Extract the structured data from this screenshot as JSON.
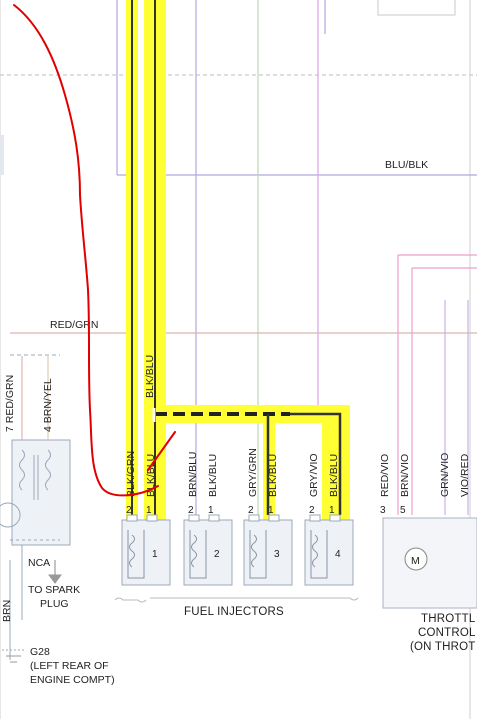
{
  "diagram": {
    "wire_labels": {
      "blu_blk": "BLU/BLK",
      "red_grn": "RED/GRN"
    },
    "spark_connector": {
      "pin_labels": [
        "7 RED/GRN",
        "4 BRN/YEL"
      ],
      "nca": "NCA",
      "to_spark_plug": [
        "TO SPARK",
        "PLUG"
      ],
      "left_wire": "BRN"
    },
    "injectors": [
      {
        "number": "1",
        "wires": [
          {
            "pin": "2",
            "color": "BLK/GRN"
          },
          {
            "pin": "1",
            "color": "BLK/BLU"
          }
        ]
      },
      {
        "number": "2",
        "wires": [
          {
            "pin": "2",
            "color": "BRN/BLU"
          },
          {
            "pin": "1",
            "color": "BLK/BLU"
          }
        ]
      },
      {
        "number": "3",
        "wires": [
          {
            "pin": "2",
            "color": "GRY/GRN"
          },
          {
            "pin": "1",
            "color": "BLK/BLU"
          }
        ]
      },
      {
        "number": "4",
        "wires": [
          {
            "pin": "2",
            "color": "GRY/VIO"
          },
          {
            "pin": "1",
            "color": "BLK/BLU"
          }
        ]
      }
    ],
    "trunk_label": "BLK/BLU",
    "fuel_injectors_label": "FUEL INJECTORS",
    "throttle": {
      "wires": [
        {
          "pin": "3",
          "color": "RED/VIO"
        },
        {
          "pin": "5",
          "color": "BRN/VIO"
        },
        {
          "pin": "",
          "color": "GRN/VIO"
        },
        {
          "pin": "",
          "color": "VIO/RED"
        }
      ],
      "motor": "M",
      "label": [
        "THROTTL",
        "CONTROL",
        "(ON THROT"
      ]
    },
    "ground": {
      "id": "G28",
      "location": [
        "(LEFT REAR OF",
        "ENGINE COMPT)"
      ]
    },
    "colors": {
      "highlight": "#ffff33",
      "wire_black": "#333333",
      "annotation_red": "#e00000"
    }
  }
}
